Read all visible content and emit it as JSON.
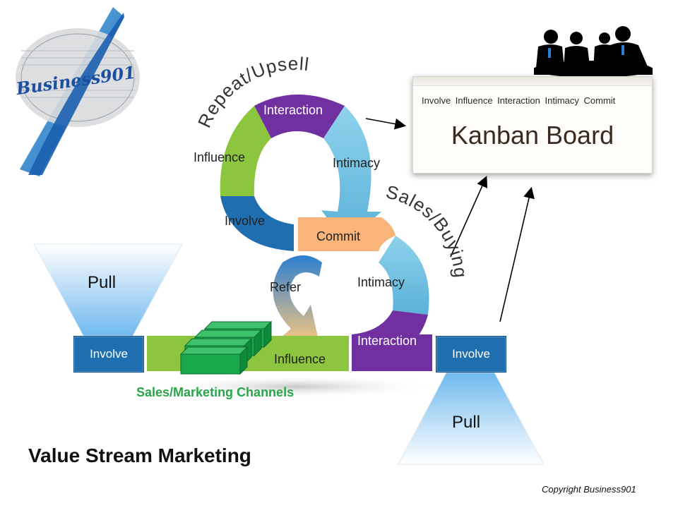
{
  "logo": {
    "text": "Business901"
  },
  "top_cycle": {
    "arc_label": "Repeat/Upsell",
    "segments": {
      "interaction": "Interaction",
      "influence": "Influence",
      "intimacy": "Intimacy",
      "involve": "Involve",
      "commit": "Commit"
    }
  },
  "bottom_cycle": {
    "arc_label": "Sales/Buying",
    "segments": {
      "refer": "Refer",
      "intimacy": "Intimacy",
      "interaction": "Interaction",
      "influence": "Influence"
    }
  },
  "kanban": {
    "stages": "Involve  Influence  Interaction  Intimacy  Commit",
    "title": "Kanban Board"
  },
  "left_funnel": {
    "pull": "Pull",
    "involve": "Involve"
  },
  "right_funnel": {
    "pull": "Pull",
    "involve": "Involve"
  },
  "channels_label": "Sales/Marketing Channels",
  "page_title": "Value Stream Marketing",
  "copyright": "Copyright Business901",
  "colors": {
    "purple": "#7030a0",
    "green": "#8cc63f",
    "light_blue": "#6ec3e0",
    "dark_blue": "#1f6fb0",
    "orange": "#f9b47a",
    "channel_green": "#2aa44a"
  }
}
